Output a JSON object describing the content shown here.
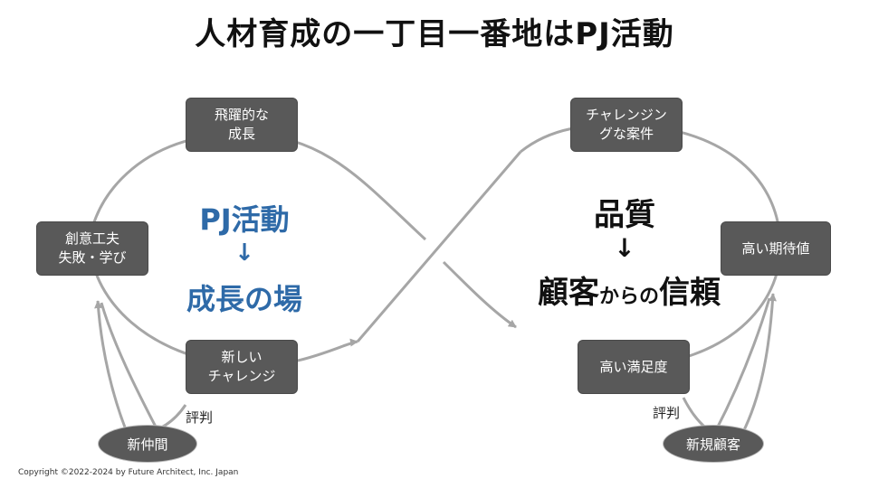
{
  "title": "人材育成の一丁目一番地はPJ活動",
  "left_loop": {
    "center": {
      "line1": "PJ活動",
      "arrow": "↓",
      "line2": "成長の場"
    },
    "nodes": {
      "top": [
        "飛躍的な",
        "成長"
      ],
      "left": [
        "創意工夫",
        "失敗・学び"
      ],
      "bottom": [
        "新しい",
        "チャレンジ"
      ]
    },
    "oval": "新仲間",
    "feedback_label": "評判"
  },
  "right_loop": {
    "center": {
      "line1": "品質",
      "arrow": "↓",
      "line2_big_a": "顧客",
      "line2_small": "からの",
      "line2_big_b": "信頼"
    },
    "nodes": {
      "top": [
        "チャレンジン",
        "グな案件"
      ],
      "right": [
        "高い期待値"
      ],
      "bottom": [
        "高い満足度"
      ]
    },
    "oval": "新規顧客",
    "feedback_label": "評判"
  },
  "copyright": "Copyright ©2022-2024 by Future Architect, Inc. Japan",
  "colors": {
    "node_fill": "#595959",
    "loop_line": "#a6a6a6",
    "accent_blue": "#2e6aa8"
  }
}
